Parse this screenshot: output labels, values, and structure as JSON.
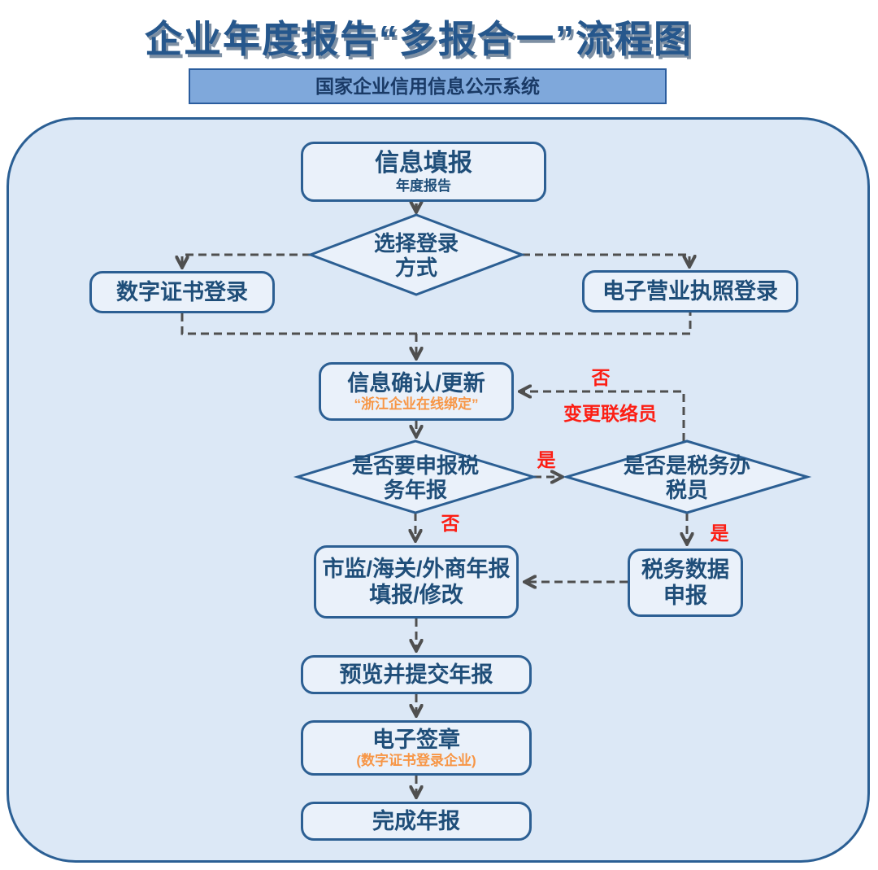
{
  "page": {
    "title": "企业年度报告“多报合一”流程图",
    "banner": "国家企业信用信息公示系统"
  },
  "nodes": {
    "info_fill": {
      "label": "信息填报",
      "sublabel": "年度报告"
    },
    "login_choice": {
      "line1": "选择登录",
      "line2": "方式"
    },
    "digital_cert": {
      "label": "数字证书登录"
    },
    "e_license": {
      "label": "电子营业执照登录"
    },
    "confirm": {
      "label": "信息确认/更新",
      "sublabel": "“浙江企业在线绑定”"
    },
    "need_tax_report": {
      "line1": "是否要申报税",
      "line2": "务年报"
    },
    "is_tax_officer": {
      "line1": "是否是税务办",
      "line2": "税员"
    },
    "annual_report": {
      "line1": "市监/海关/外商年报",
      "line2": "填报/修改"
    },
    "tax_data": {
      "line1": "税务数据",
      "line2": "申报"
    },
    "preview": {
      "label": "预览并提交年报"
    },
    "sign": {
      "label": "电子签章",
      "sublabel": "(数字证书登录企业)"
    },
    "done": {
      "label": "完成年报"
    }
  },
  "edge_labels": {
    "officer_no": "否",
    "officer_no_action": "变更联络员",
    "need_report_yes": "是",
    "need_report_no": "否",
    "officer_yes": "是"
  },
  "colors": {
    "title_blue": "#26578C",
    "banner_fill": "#7FA8DB",
    "panel_fill": "#DCE8F6",
    "node_fill": "#EAF1FA",
    "border_blue": "#2C5F93",
    "text_blue": "#1F4E79",
    "wire_gray": "#4F4F4F",
    "red": "#FC1E14",
    "orange": "#F79646"
  }
}
